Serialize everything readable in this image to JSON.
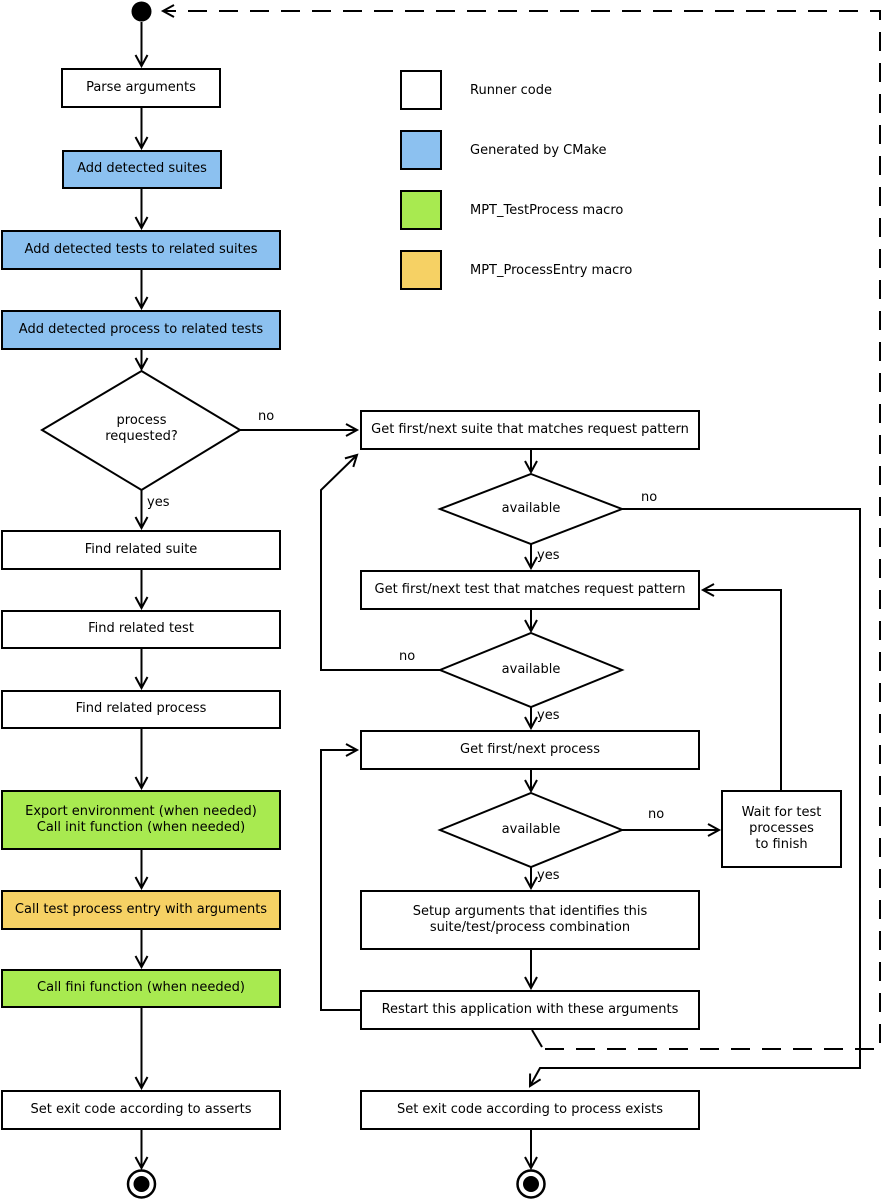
{
  "colors": {
    "runner": "#ffffff",
    "cmake": "#8cc1f0",
    "mpt_test_process": "#a8ea50",
    "mpt_process_entry": "#f6d164",
    "line": "#000000"
  },
  "legend": {
    "items": [
      {
        "label": "Runner code",
        "color": "#ffffff"
      },
      {
        "label": "Generated by CMake",
        "color": "#8cc1f0"
      },
      {
        "label": "MPT_TestProcess macro",
        "color": "#a8ea50"
      },
      {
        "label": "MPT_ProcessEntry macro",
        "color": "#f6d164"
      }
    ]
  },
  "labels": {
    "yes": "yes",
    "no": "no"
  },
  "nodes": {
    "parse_arguments": "Parse arguments",
    "add_detected_suites": "Add detected suites",
    "add_detected_tests": "Add detected tests to related suites",
    "add_detected_process": "Add detected process to related tests",
    "process_requested": "process\nrequested?",
    "find_related_suite": "Find related suite",
    "find_related_test": "Find related test",
    "find_related_process": "Find related process",
    "export_environment": "Export environment (when needed)\nCall init function (when needed)",
    "call_test_process_entry": "Call test process entry with arguments",
    "call_fini_function": "Call fini function (when needed)",
    "set_exit_code_asserts": "Set exit code according to asserts",
    "get_first_next_suite": "Get first/next suite that matches request pattern",
    "suite_available": "available",
    "get_first_next_test": "Get first/next test that matches request pattern",
    "test_available": "available",
    "get_first_next_process": "Get first/next process",
    "process_available": "available",
    "wait_for_test_processes": "Wait for test\nprocesses\nto finish",
    "setup_arguments": "Setup arguments that identifies this\nsuite/test/process combination",
    "restart_application": "Restart this application with these arguments",
    "set_exit_code_process": "Set exit code according to process exists"
  }
}
